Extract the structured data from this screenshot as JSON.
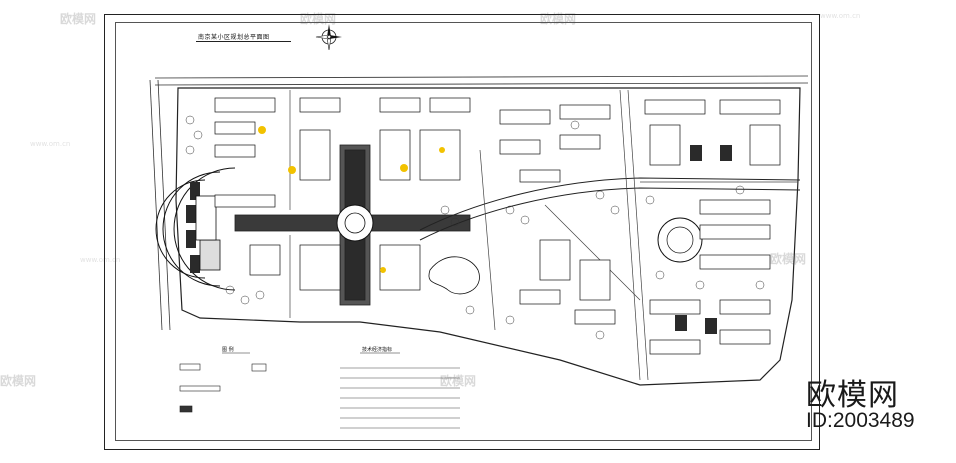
{
  "drawing": {
    "title": "南京某小区规划总平面图",
    "legend_heading": "图 例",
    "stats_heading": "技术经济指标"
  },
  "watermarks": {
    "brand": "欧模网",
    "url": "www.om.cn"
  },
  "branding": {
    "logo_text": "欧模网",
    "id_text": "ID:2003489"
  },
  "colors": {
    "line": "#1a1a1a",
    "highlight": "#f2c200",
    "watermark": "#d9d9d9"
  }
}
